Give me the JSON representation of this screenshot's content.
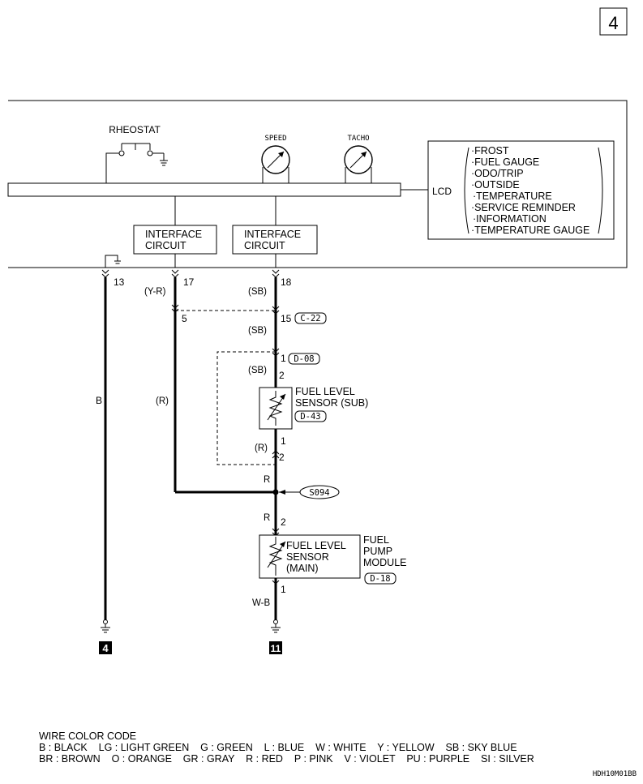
{
  "page_number": "4",
  "components": {
    "rheostat": "RHEOSTAT",
    "speed": "SPEED",
    "tacho": "TACHO",
    "lcd": "LCD",
    "lcd_items": [
      "FROST",
      "FUEL GAUGE",
      "ODO/TRIP",
      "OUTSIDE",
      "TEMPERATURE",
      "SERVICE REMINDER",
      "INFORMATION",
      "TEMPERATURE GAUGE"
    ],
    "interface1": [
      "INTERFACE",
      "CIRCUIT"
    ],
    "interface2": [
      "INTERFACE",
      "CIRCUIT"
    ],
    "sensor_sub": [
      "FUEL LEVEL",
      "SENSOR (SUB)"
    ],
    "sensor_main": [
      "FUEL LEVEL",
      "SENSOR",
      "(MAIN)"
    ],
    "pump_module": [
      "FUEL",
      "PUMP",
      "MODULE"
    ]
  },
  "pins": {
    "p13": "13",
    "p17": "17",
    "p18": "18",
    "p5": "5",
    "p15": "15",
    "p1a": "1",
    "p2a": "2",
    "p1b": "1",
    "p2b": "2",
    "p2c": "2",
    "p1c": "1"
  },
  "wires": {
    "yr": "(Y-R)",
    "sb1": "(SB)",
    "sb2": "(SB)",
    "sb3": "(SB)",
    "b": "B",
    "r_paren1": "(R)",
    "r_paren2": "(R)",
    "r1": "R",
    "r2": "R",
    "wb": "W-B"
  },
  "connectors": {
    "c22": "C-22",
    "d08": "D-08",
    "d43": "D-43",
    "s094": "S094",
    "d18": "D-18"
  },
  "grounds": {
    "g4": "4",
    "g11": "11"
  },
  "legend": {
    "title": "WIRE COLOR CODE",
    "row1": "B : BLACK    LG : LIGHT GREEN    G : GREEN    L : BLUE    W : WHITE    Y : YELLOW    SB : SKY BLUE",
    "row2": "BR : BROWN    O : ORANGE    GR : GRAY    R : RED    P : PINK    V : VIOLET    PU : PURPLE    SI : SILVER"
  },
  "figure_code": "HDH10M01BB"
}
